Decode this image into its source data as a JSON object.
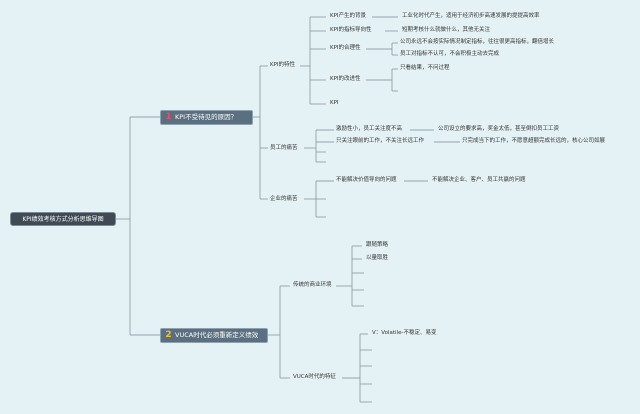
{
  "root": {
    "label": "KPI绩效考核方式分析思维导图"
  },
  "branches": [
    {
      "badge": "1",
      "label": "KPI不受待见的原因？",
      "children": [
        {
          "label": "KPI的特性",
          "items": [
            {
              "label": "KPI产生的背景",
              "detail": "工业化时代产生，适用于经济初步高速发展的提提高效率"
            },
            {
              "label": "KPI的指标导向性",
              "detail": "短期考核什么就做什么，其他无关注"
            },
            {
              "label": "KPI的合理性",
              "details": [
                "公司永远不会按实际情况制定指标，往往很更高指标，翻倍增长",
                "员工对指标不认可，不会积极主动去完成"
              ]
            },
            {
              "label": "KPI的改进性",
              "details": [
                "只看结果，不问过程"
              ]
            },
            {
              "label": "KPI"
            }
          ]
        },
        {
          "label": "员工的痛苦",
          "items": [
            {
              "label": "激励性小，员工关注度不高",
              "detail": "公司设立的要求高，奖金太低，甚至倒扣员工工资"
            },
            {
              "label": "只关注眼前的工作，不关注长远工作",
              "detail": "只完成当下的工作，不愿意超额完成长远的，核心公司如展"
            }
          ]
        },
        {
          "label": "企业的痛苦",
          "items": [
            {
              "label": "不能解决价值导向的问题",
              "detail": "不能解决企业、客户、员工共赢的问题"
            }
          ]
        }
      ]
    },
    {
      "badge": "2",
      "label": "VUCA时代必须重新定义绩效",
      "children": [
        {
          "label": "传统的商业环境",
          "items": [
            {
              "label": "跟随策略"
            },
            {
              "label": "以量取胜"
            }
          ]
        },
        {
          "label": "VUCA时代的特征",
          "items": [
            {
              "label": "V：Volatile-不稳定、易变"
            }
          ]
        }
      ]
    }
  ],
  "colors": {
    "background": "#e4f2f5",
    "line": "#7b8a94",
    "root_fill": "#3f4a55",
    "branch_fill": "#5a6f7f",
    "badge1": "#e25070",
    "badge2": "#f1c232"
  }
}
